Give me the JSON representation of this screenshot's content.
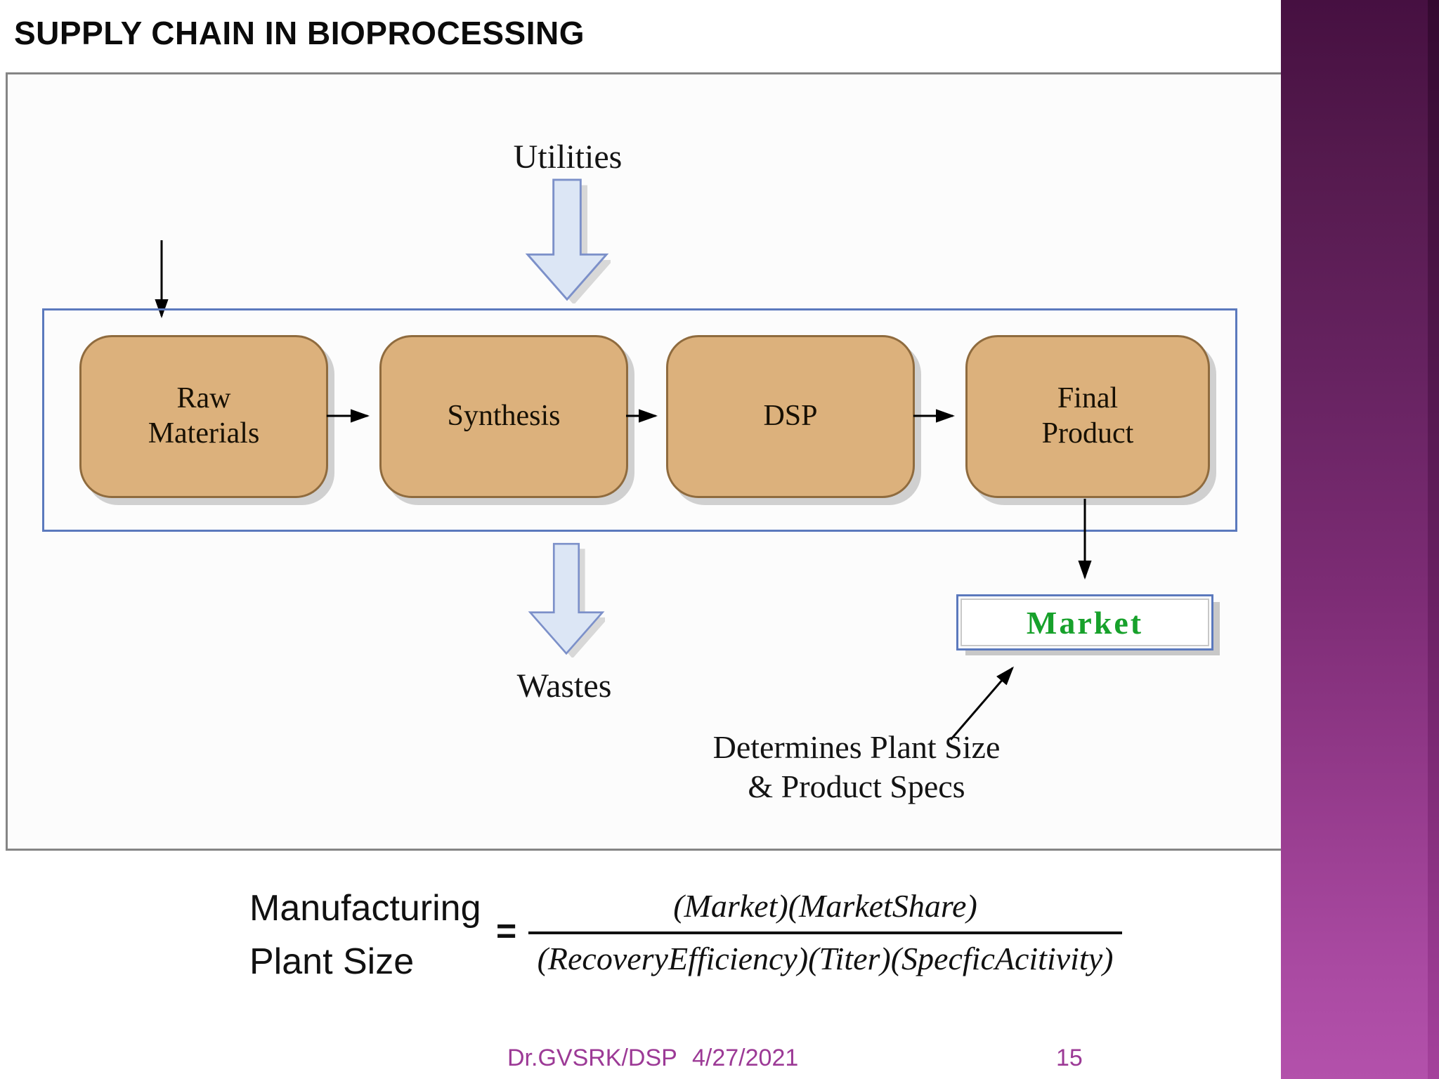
{
  "slide": {
    "title": "SUPPLY CHAIN IN BIOPROCESSING",
    "footer": {
      "author": "Dr.GVSRK/DSP",
      "date": "4/27/2021",
      "page_number": "15"
    }
  },
  "diagram": {
    "inputs_label": "Utilities",
    "outputs_label": "Wastes",
    "boxes": [
      {
        "label": "Raw\nMaterials"
      },
      {
        "label": "Synthesis"
      },
      {
        "label": "DSP"
      },
      {
        "label": "Final\nProduct"
      }
    ],
    "market_label": "Market",
    "note_line1": "Determines Plant Size",
    "note_line2": "& Product Specs"
  },
  "formula": {
    "lhs_line1": "Manufacturing",
    "lhs_line2": "Plant Size",
    "equals_sign": "=",
    "numerator": "(Market)(MarketShare)",
    "denominator": "(RecoveryEfficiency)(Titer)(SpecficAcitivity)"
  },
  "colors": {
    "box_fill": "#dcb17c",
    "box_border": "#8f6b3e",
    "container_border": "#5b79bd",
    "block_arrow_fill": "#dce6f5",
    "block_arrow_border": "#7c90c9",
    "market_text": "#17a12b",
    "footer_text": "#9c3a96",
    "sidebar_top": "#461041",
    "sidebar_bottom": "#b351ab"
  }
}
